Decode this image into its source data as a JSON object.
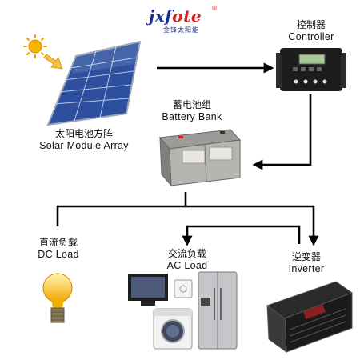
{
  "logo": {
    "brand_main": "jxf",
    "brand_accent": "ote",
    "registered": "®",
    "company_cn": "金锋太阳能"
  },
  "nodes": {
    "solar": {
      "cn": "太阳电池方阵",
      "en": "Solar Module Array"
    },
    "controller": {
      "cn": "控制器",
      "en": "Controller"
    },
    "battery": {
      "cn": "蓄电池组",
      "en": "Battery Bank"
    },
    "dc_load": {
      "cn": "直流负载",
      "en": "DC Load"
    },
    "ac_load": {
      "cn": "交流负载",
      "en": "AC Load"
    },
    "inverter": {
      "cn": "逆变器",
      "en": "Inverter"
    }
  },
  "colors": {
    "line": "#000000",
    "panel": "#2d4f9e",
    "logo_blue": "#1b2d8c",
    "logo_red": "#d11f1f"
  }
}
